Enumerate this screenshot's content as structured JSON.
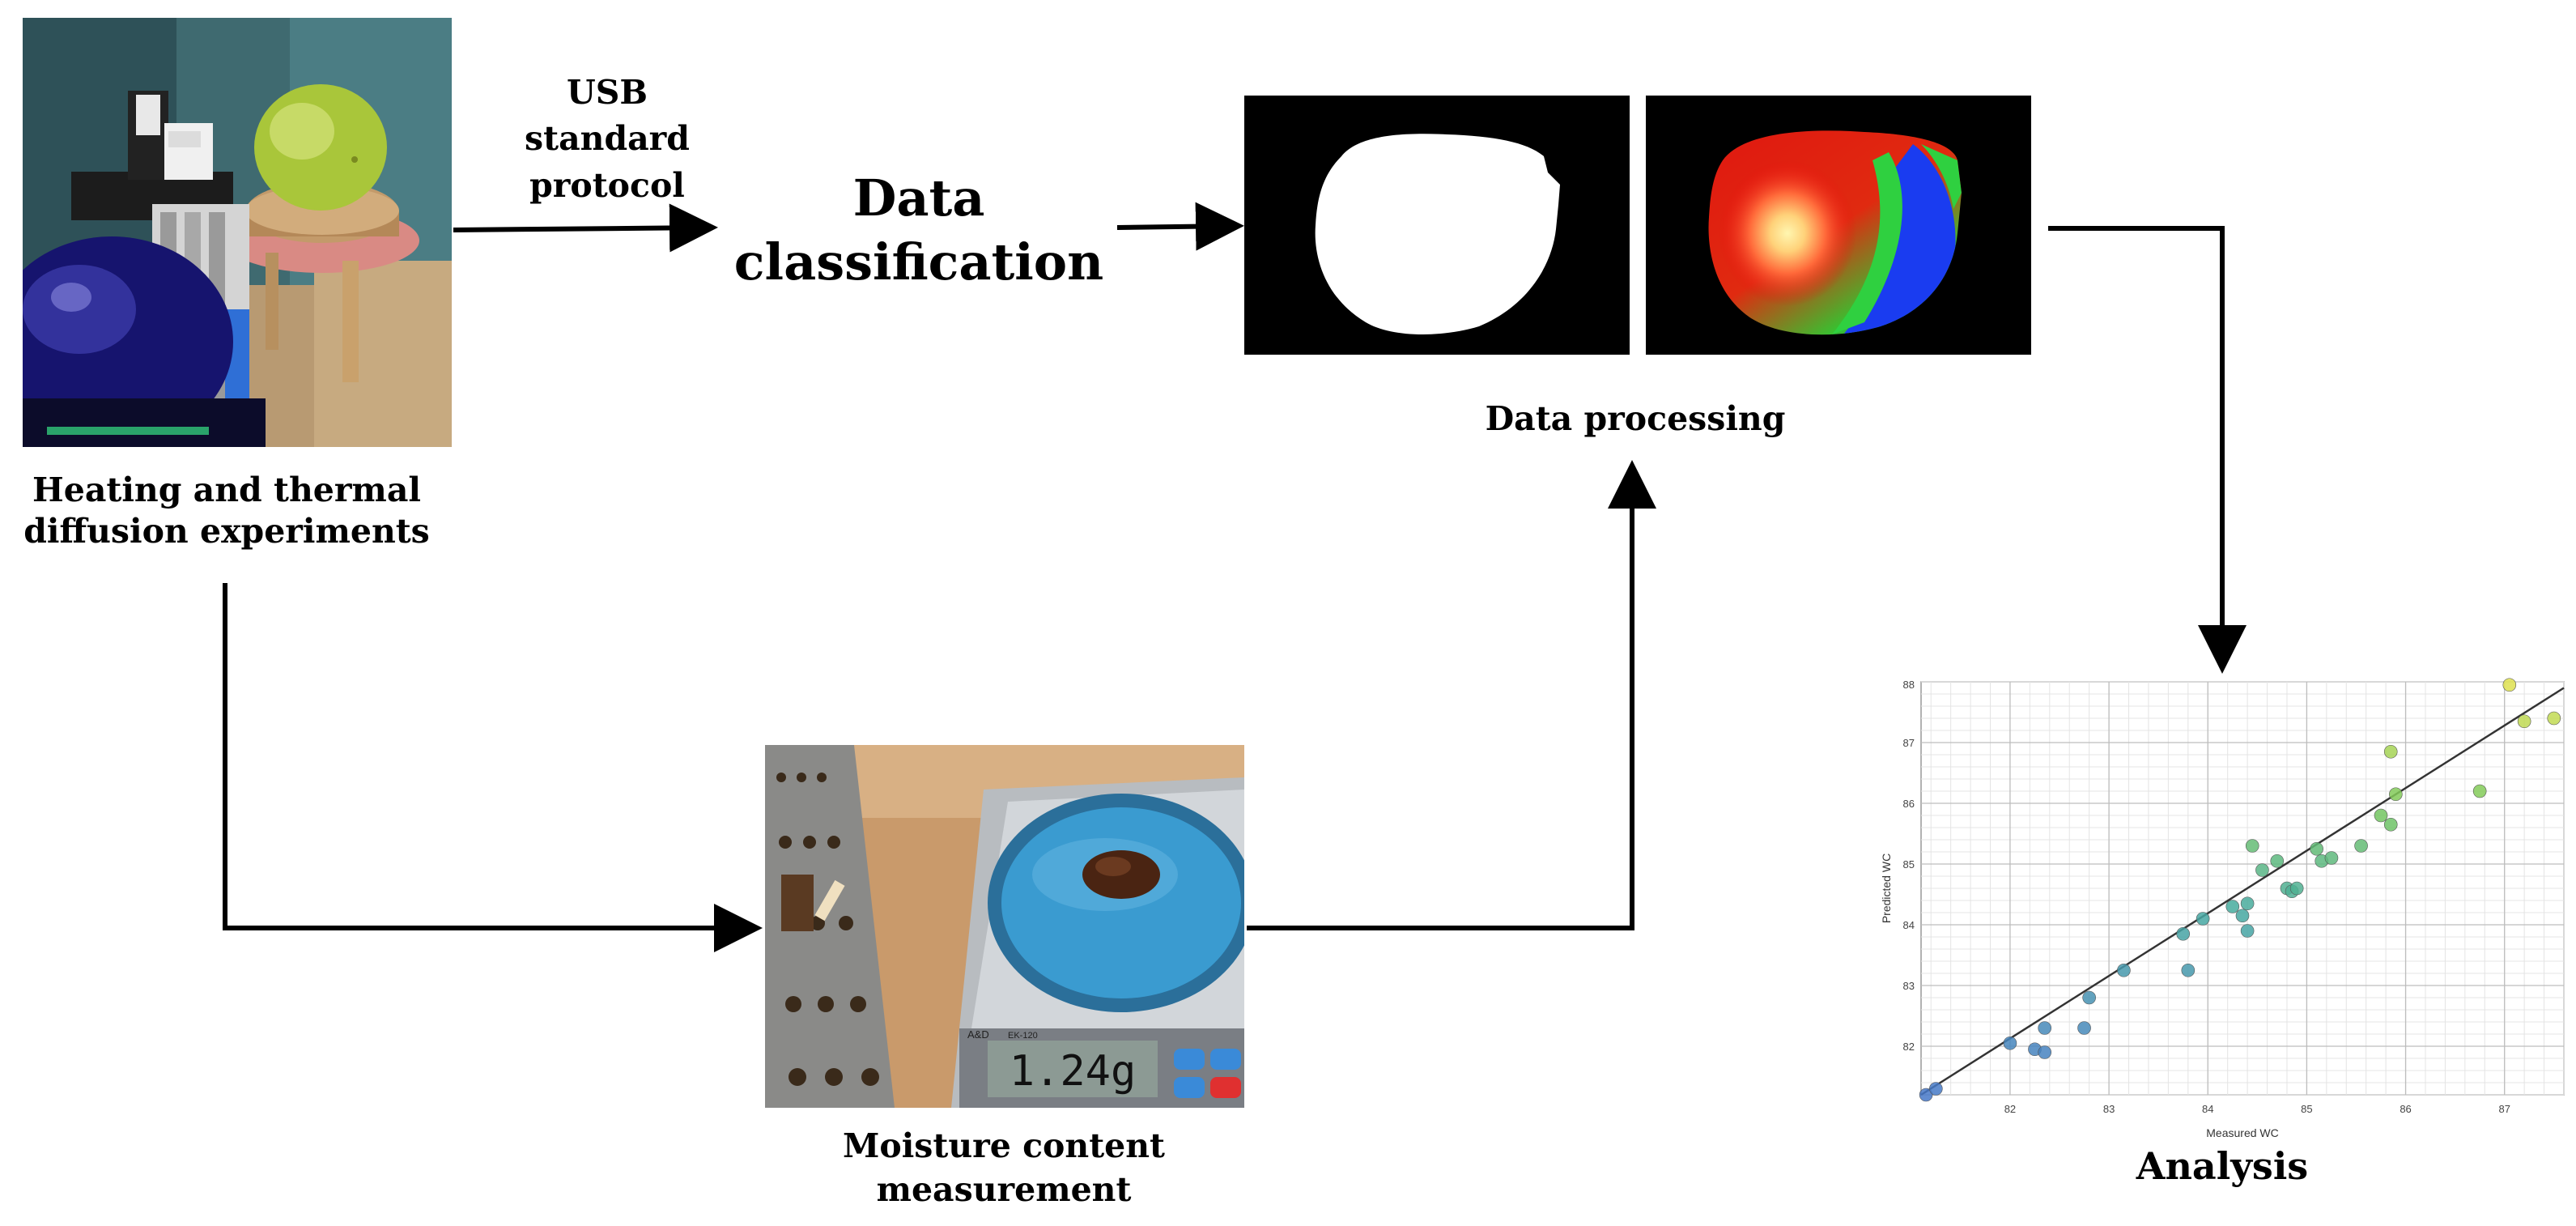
{
  "labels": {
    "heating_line1": "Heating and thermal",
    "heating_line2": "diffusion experiments",
    "usb_line1": "USB",
    "usb_line2": "standard",
    "usb_line3": "protocol",
    "classification_line1": "Data",
    "classification_line2": "classification",
    "processing": "Data processing",
    "moisture_line1": "Moisture content",
    "moisture_line2": "measurement",
    "analysis": "Analysis"
  },
  "scale_display": "1.24g",
  "scale_brand": "A&D",
  "scale_model": "EK-120",
  "scatter": {
    "type": "scatter",
    "xlabel": "Measured WC",
    "ylabel": "Predicted WC",
    "xlim": [
      81.1,
      87.6
    ],
    "ylim": [
      81.2,
      88.0
    ],
    "x_ticks": [
      82,
      83,
      84,
      85,
      86,
      87
    ],
    "y_ticks": [
      82,
      83,
      84,
      85,
      86,
      87
    ],
    "y_top_label": "88",
    "fit_line": [
      [
        81.1,
        81.2
      ],
      [
        87.6,
        87.9
      ]
    ],
    "points": [
      [
        81.15,
        81.2
      ],
      [
        81.25,
        81.3
      ],
      [
        82.0,
        82.05
      ],
      [
        82.25,
        81.95
      ],
      [
        82.35,
        81.9
      ],
      [
        82.35,
        82.3
      ],
      [
        82.75,
        82.3
      ],
      [
        82.8,
        82.8
      ],
      [
        83.15,
        83.25
      ],
      [
        83.75,
        83.85
      ],
      [
        83.8,
        83.25
      ],
      [
        83.95,
        84.1
      ],
      [
        84.25,
        84.3
      ],
      [
        84.35,
        84.15
      ],
      [
        84.4,
        83.9
      ],
      [
        84.4,
        84.35
      ],
      [
        84.45,
        85.3
      ],
      [
        84.55,
        84.9
      ],
      [
        84.7,
        85.05
      ],
      [
        84.8,
        84.6
      ],
      [
        84.85,
        84.55
      ],
      [
        84.9,
        84.6
      ],
      [
        85.1,
        85.25
      ],
      [
        85.15,
        85.05
      ],
      [
        85.25,
        85.1
      ],
      [
        85.55,
        85.3
      ],
      [
        85.75,
        85.8
      ],
      [
        85.85,
        86.85
      ],
      [
        85.85,
        85.65
      ],
      [
        85.9,
        86.15
      ],
      [
        86.75,
        86.2
      ],
      [
        87.05,
        87.95
      ],
      [
        87.2,
        87.35
      ],
      [
        87.5,
        87.4
      ]
    ]
  }
}
